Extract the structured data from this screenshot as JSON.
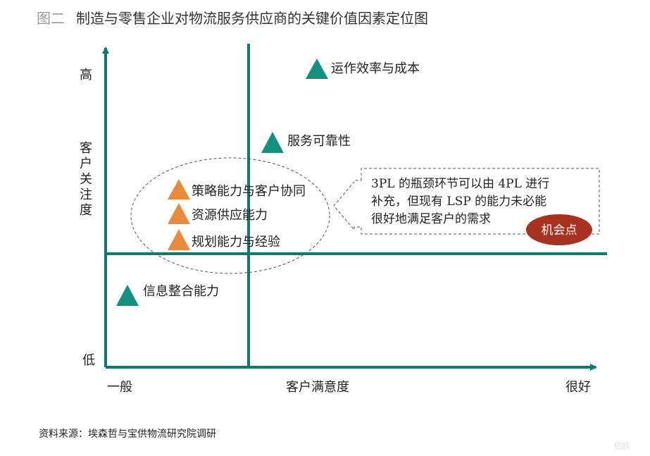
{
  "title": {
    "prefix": "图二",
    "text": "制造与零售企业对物流服务供应商的关键价值因素定位图"
  },
  "y_axis": {
    "high": "高",
    "low": "低",
    "label": [
      "客",
      "户",
      "关",
      "注",
      "度"
    ]
  },
  "x_axis": {
    "low": "一般",
    "label": "客户满意度",
    "high": "很好"
  },
  "items": [
    {
      "label": "运作效率与成本",
      "color": "#14907f"
    },
    {
      "label": "服务可靠性",
      "color": "#14907f"
    },
    {
      "label": "策略能力与客户协同",
      "color": "#ea8a3c"
    },
    {
      "label": "资源供应能力",
      "color": "#ea8a3c"
    },
    {
      "label": "规划能力与经验",
      "color": "#ea8a3c"
    },
    {
      "label": "信息整合能力",
      "color": "#14907f"
    }
  ],
  "callout": {
    "lines": [
      "3PL 的瓶颈环节可以由 4PL 进行",
      "补充，但现有 LSP 的能力未必能",
      "很好地满足客户的需求"
    ],
    "badge": "机会点"
  },
  "source": "资料来源：埃森哲与宝供物流研究院调研",
  "watermark": "亿欧",
  "colors": {
    "axis": "#0e7a6b",
    "badge": "#a8321f"
  }
}
